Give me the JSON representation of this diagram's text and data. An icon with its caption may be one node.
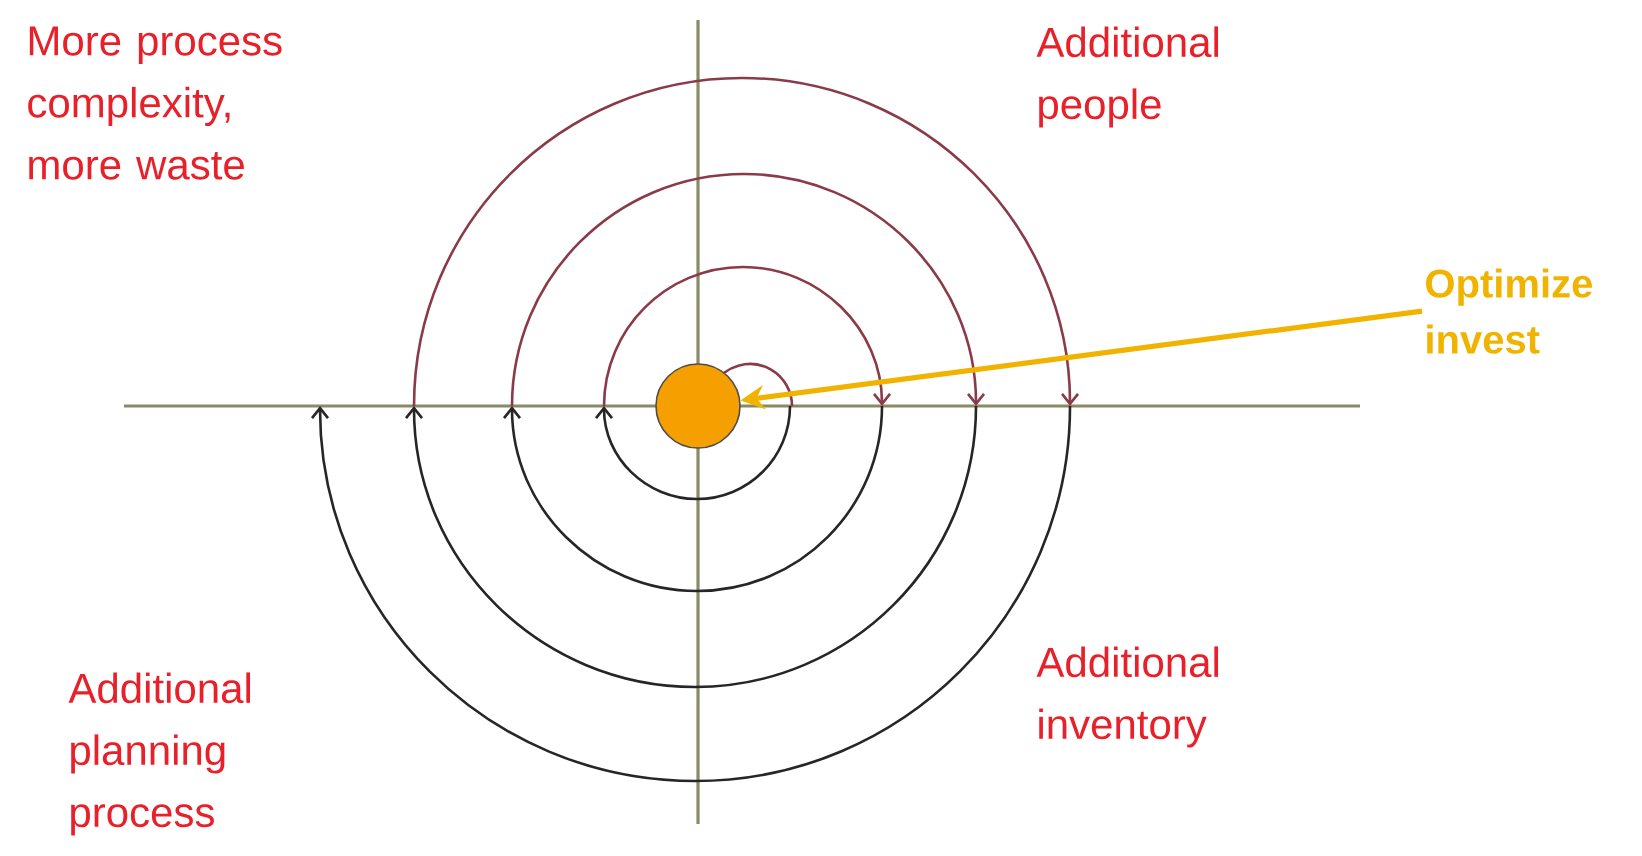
{
  "diagram": {
    "nodes": [
      {
        "text": [
          "Optimize invest"
        ]
      },
      {
        "text": [],
        "shape": "circle"
      }
    ],
    "edges": [
      {
        "from": 0,
        "to": 1,
        "arrow": "to"
      }
    ],
    "labels": [
      "More process complexity, more waste",
      "Additional people",
      "Additional planning process",
      "Additional inventory"
    ]
  }
}
